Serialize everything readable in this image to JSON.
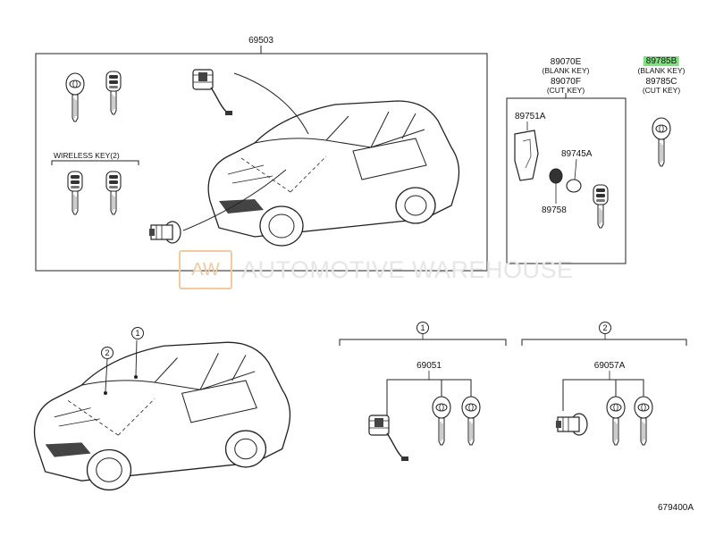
{
  "diagram": {
    "labels": {
      "assembly_main": "69503",
      "wireless_key": "WIRELESS KEY(2)",
      "key_e": "89070E",
      "key_e_note": "(BLANK KEY)",
      "key_f": "89070F",
      "key_f_note": "(CUT KEY)",
      "key_b": "89785B",
      "key_b_note": "(BLANK KEY)",
      "key_c": "89785C",
      "key_c_note": "(CUT KEY)",
      "cover": "89751A",
      "battery": "89745A",
      "case": "89758",
      "set_one": "69051",
      "set_two": "69057A",
      "figure_code": "679400A"
    },
    "callouts": {
      "one": "1",
      "two": "2"
    },
    "watermark": {
      "mark": "AW",
      "text": "AUTOMOTIVE WAREHOUSE"
    }
  },
  "colors": {
    "highlight": "#7ee07e",
    "watermark_mark": "#f3c99e",
    "watermark_text": "#e6e6e6",
    "line": "#222222"
  }
}
